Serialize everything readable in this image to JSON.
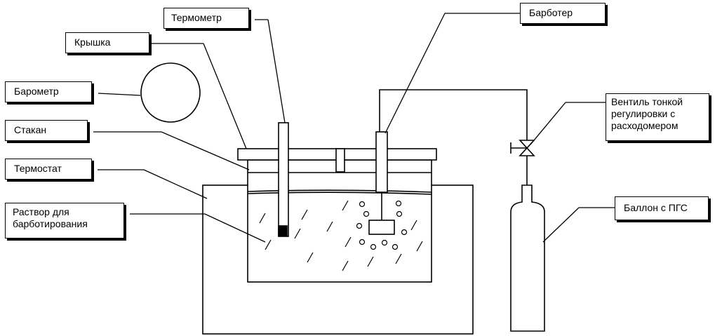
{
  "labels": {
    "thermometer": "Термометр",
    "lid": "Крышка",
    "barometer": "Барометр",
    "beaker": "Стакан",
    "thermostat": "Термостат",
    "solution_line1": "Раствор для",
    "solution_line2": "барботирования",
    "bubbler": "Барботер",
    "valve_line1": "Вентиль тонкой",
    "valve_line2": "регулировки с",
    "valve_line3": "расходомером",
    "cylinder": "Баллон с ПГС"
  },
  "colors": {
    "stroke": "#000000",
    "background": "#ffffff"
  }
}
